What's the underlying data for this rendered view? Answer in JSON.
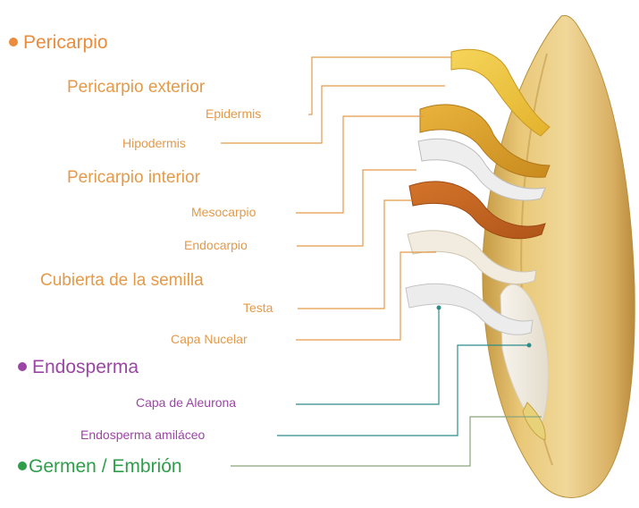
{
  "colors": {
    "pericarp": "#ea8c3c",
    "endosperm": "#9b46a4",
    "germ": "#2f9e4a",
    "leader_orange": "#e39a4a",
    "leader_teal": "#2f8b8b",
    "leader_purple": "#a55ab0",
    "leader_green": "#8aa57a"
  },
  "sections": {
    "pericarp": {
      "title": "Pericarpio",
      "outer": {
        "title": "Pericarpio exterior",
        "epidermis": "Epidermis",
        "hypodermis": "Hipodermis"
      },
      "inner": {
        "title": "Pericarpio interior",
        "mesocarp": "Mesocarpio",
        "endocarp": "Endocarpio"
      }
    },
    "seed_coat": {
      "title": "Cubierta de la semilla",
      "testa": "Testa",
      "nucellar": "Capa Nucelar"
    },
    "endosperm": {
      "title": "Endosperma",
      "aleurone": "Capa de Aleurona",
      "starchy": "Endosperma amiláceo"
    },
    "germ": {
      "title": "Germen / Embrión"
    }
  }
}
